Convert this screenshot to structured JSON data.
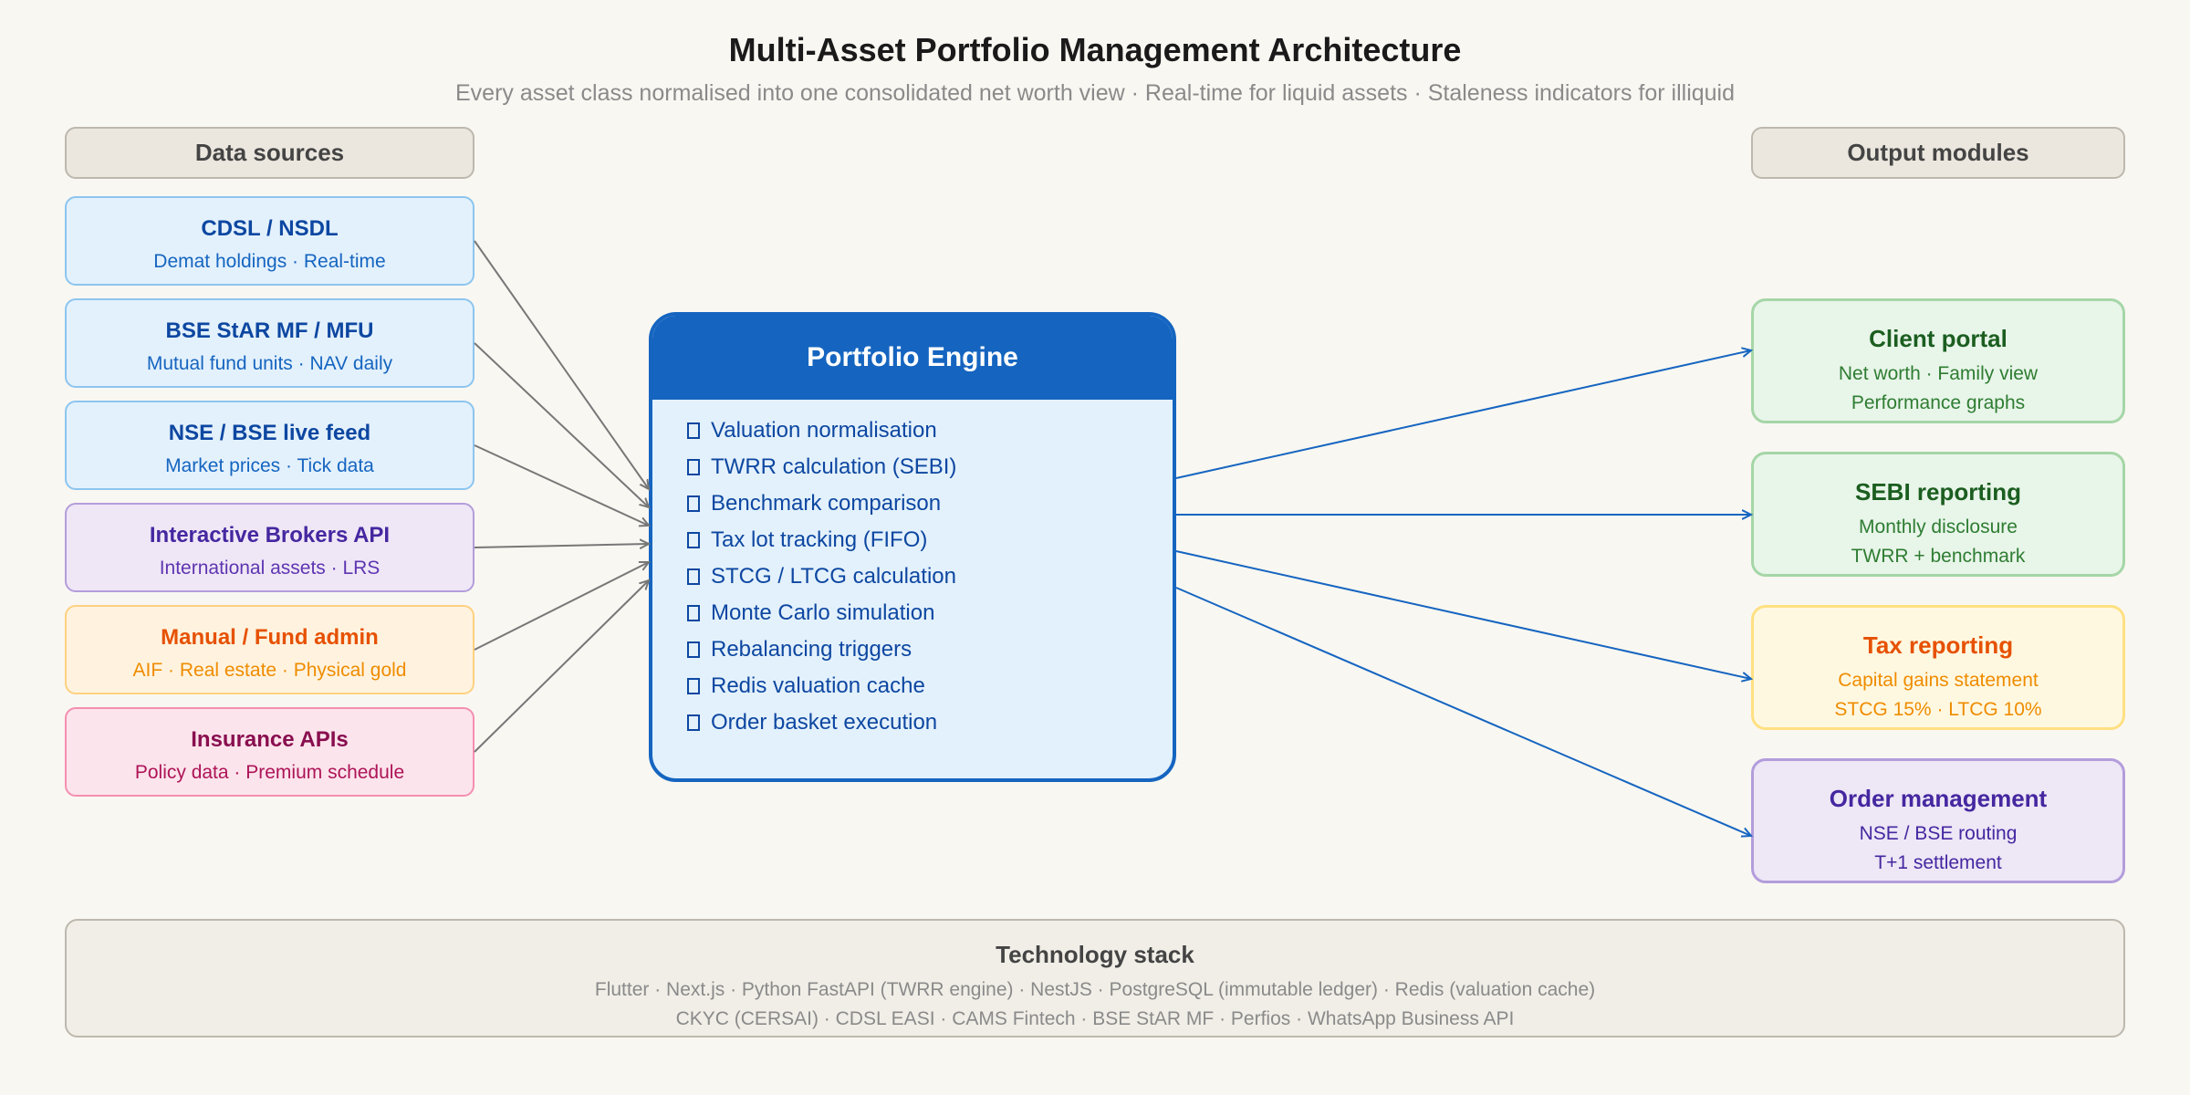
{
  "title": "Multi-Asset Portfolio Management Architecture",
  "subtitle": "Every asset class normalised into one consolidated net worth view · Real-time for liquid assets · Staleness indicators for illiquid",
  "sources_header": "Data sources",
  "outputs_header": "Output modules",
  "sources": [
    {
      "title": "CDSL / NSDL",
      "sub": "Demat holdings · Real-time"
    },
    {
      "title": "BSE StAR MF / MFU",
      "sub": "Mutual fund units · NAV daily"
    },
    {
      "title": "NSE / BSE live feed",
      "sub": "Market prices · Tick data"
    },
    {
      "title": "Interactive Brokers API",
      "sub": "International assets · LRS"
    },
    {
      "title": "Manual / Fund admin",
      "sub": "AIF · Real estate · Physical gold"
    },
    {
      "title": "Insurance APIs",
      "sub": "Policy data · Premium schedule"
    }
  ],
  "engine": {
    "title": "Portfolio Engine",
    "items": [
      "Valuation normalisation",
      "TWRR calculation (SEBI)",
      "Benchmark comparison",
      "Tax lot tracking (FIFO)",
      "STCG / LTCG calculation",
      "Monte Carlo simulation",
      "Rebalancing triggers",
      "Redis valuation cache",
      "Order basket execution"
    ]
  },
  "outputs": [
    {
      "title": "Client portal",
      "line1": "Net worth · Family view",
      "line2": "Performance graphs"
    },
    {
      "title": "SEBI reporting",
      "line1": "Monthly disclosure",
      "line2": "TWRR + benchmark"
    },
    {
      "title": "Tax reporting",
      "line1": "Capital gains statement",
      "line2": "STCG 15% · LTCG 10%"
    },
    {
      "title": "Order management",
      "line1": "NSE / BSE routing",
      "line2": "T+1 settlement"
    }
  ],
  "tech_stack": {
    "title": "Technology stack",
    "line1": "Flutter · Next.js · Python FastAPI (TWRR engine) · NestJS · PostgreSQL (immutable ledger) · Redis (valuation cache)",
    "line2": "CKYC (CERSAI) · CDSL EASI · CAMS Fintech · BSE StAR MF · Perfios · WhatsApp Business API"
  },
  "colors": {
    "engine_blue": "#1565c0",
    "input_arrow": "#777777",
    "output_arrow": "#1565c0",
    "background": "#f9f7f2"
  }
}
